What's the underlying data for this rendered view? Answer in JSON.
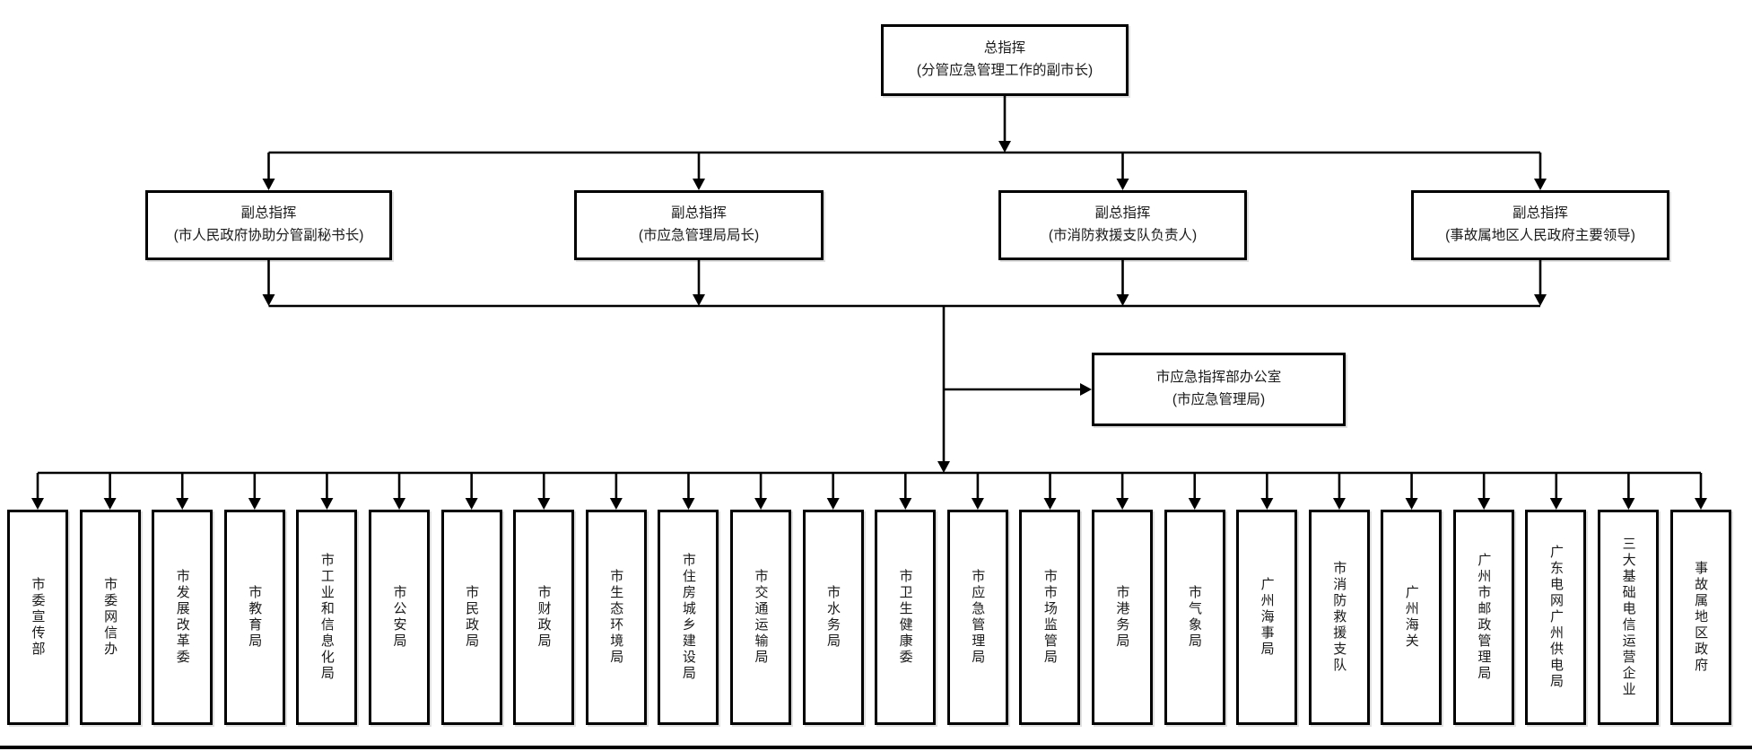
{
  "page": {
    "background": "#ffffff",
    "line_color": "#000000",
    "box_border_color": "#000000",
    "text_color": "#1a1a1a"
  },
  "org_chart": {
    "commander": {
      "title": "总指挥",
      "subtitle": "(分管应急管理工作的副市长)"
    },
    "deputies": [
      {
        "title": "副总指挥",
        "subtitle": "(市人民政府协助分管副秘书长)"
      },
      {
        "title": "副总指挥",
        "subtitle": "(市应急管理局局长)"
      },
      {
        "title": "副总指挥",
        "subtitle": "(市消防救援支队负责人)"
      },
      {
        "title": "副总指挥",
        "subtitle": "(事故属地区人民政府主要领导)"
      }
    ],
    "office": {
      "title": "市应急指挥部办公室",
      "subtitle": "(市应急管理局)"
    },
    "members": [
      "市委宣传部",
      "市委网信办",
      "市发展改革委",
      "市教育局",
      "市工业和信息化局",
      "市公安局",
      "市民政局",
      "市财政局",
      "市生态环境局",
      "市住房城乡建设局",
      "市交通运输局",
      "市水务局",
      "市卫生健康委",
      "市应急管理局",
      "市市场监管局",
      "市港务局",
      "市气象局",
      "广州海事局",
      "市消防救援支队",
      "广州海关",
      "广州市邮政管理局",
      "广东电网广州供电局",
      "三大基础电信运营企业",
      "事故属地区政府"
    ]
  }
}
